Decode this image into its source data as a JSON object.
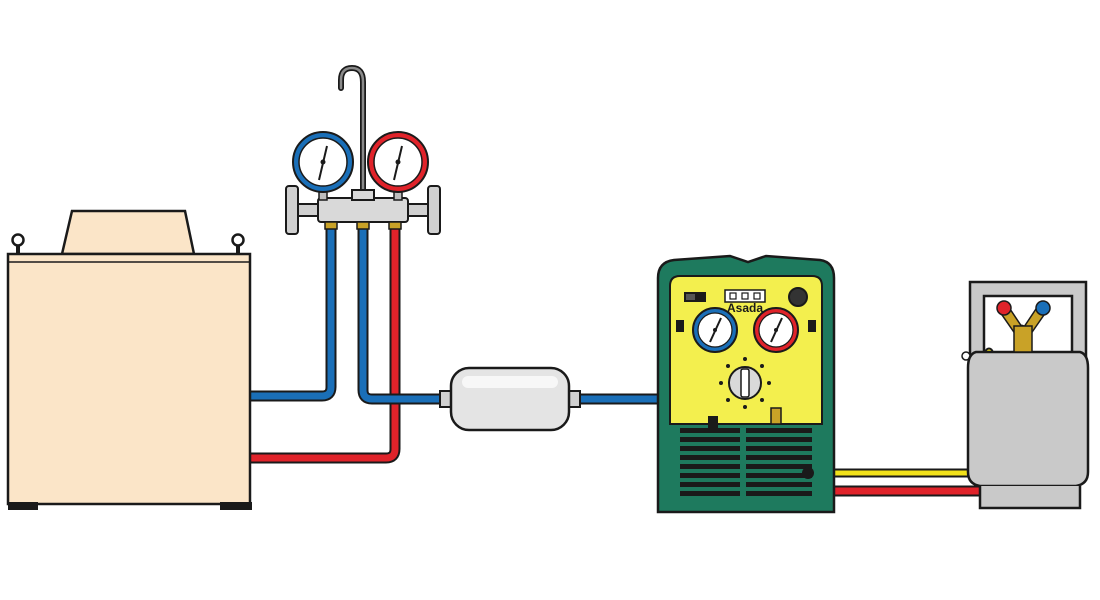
{
  "recovery_unit": {
    "brand": "Asada"
  },
  "colors": {
    "outline": "#1a1a1a",
    "ac_unit_fill": "#fbe5c8",
    "low_side_hose": "#1a6fb8",
    "high_side_hose": "#e0232a",
    "charge_hose": "#f2e21a",
    "machine_body": "#1e7a5e",
    "machine_panel": "#f3ef4e",
    "filter_fill": "#e4e4e4",
    "cylinder_fill": "#c9c9c9"
  },
  "icons": {
    "low_gauge": "pressure-gauge-blue",
    "high_gauge": "pressure-gauge-red",
    "valve_knob": "rotary-knob"
  }
}
